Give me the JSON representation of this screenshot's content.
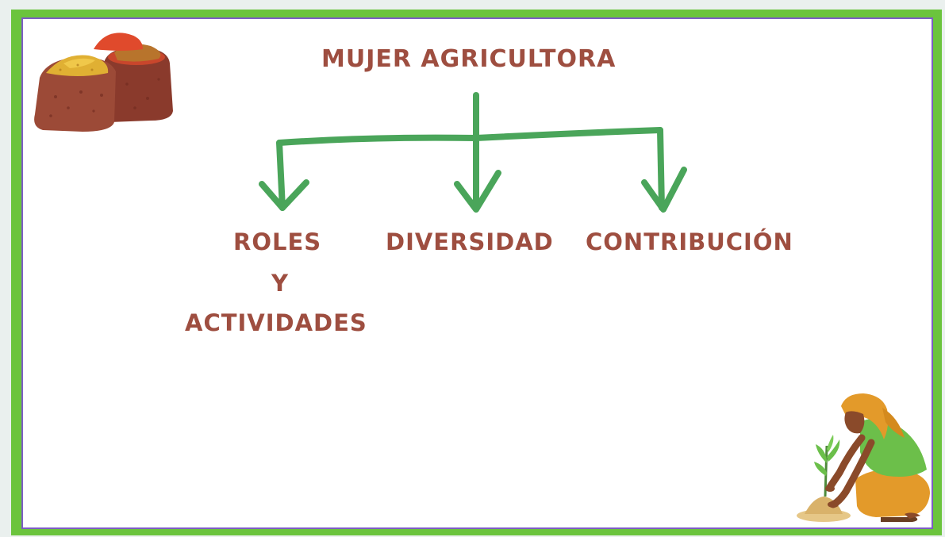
{
  "diagram": {
    "root": "MUJER AGRICULTORA",
    "branches": [
      {
        "lines": [
          "ROLES",
          "Y",
          "ACTIVIDADES"
        ]
      },
      {
        "lines": [
          "DIVERSIDAD"
        ]
      },
      {
        "lines": [
          "CONTRIBUCIÓN"
        ]
      }
    ]
  },
  "colors": {
    "frame_green": "#6bc43d",
    "border_purple": "#7c5cc4",
    "text_brown": "#9e4e40",
    "arrow_green": "#4aa55a",
    "canvas": "#ffffff"
  },
  "illustrations": [
    "spice-sacks-icon",
    "farmer-woman-planting-icon"
  ]
}
